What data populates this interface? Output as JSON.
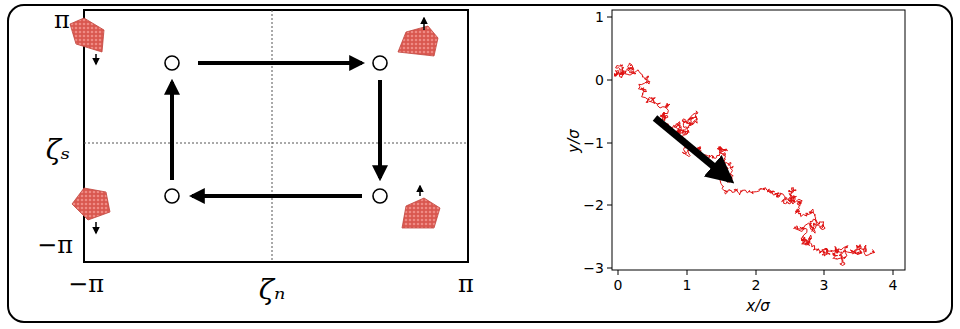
{
  "diagram": {
    "labels": [
      "π",
      "ζₛ",
      "−π",
      "−π",
      "ζₙ",
      "π",
      "1",
      "0",
      "−1",
      "−2",
      "−3",
      "0",
      "1",
      "2",
      "3",
      "4",
      "x/σ",
      "y/σ"
    ]
  }
}
